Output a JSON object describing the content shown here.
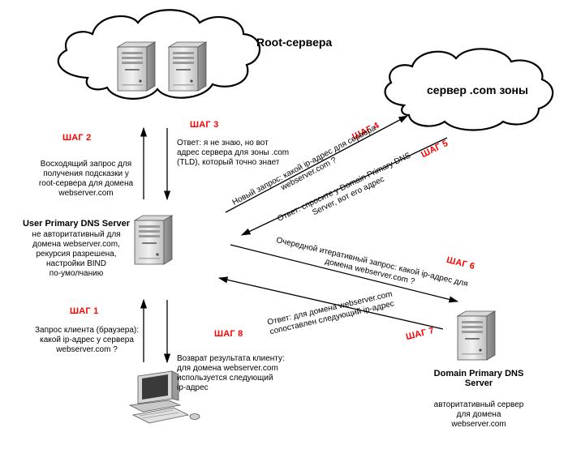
{
  "root_cloud": {
    "label": "Root-сервера"
  },
  "com_cloud": {
    "label": "сервер .com зоны"
  },
  "steps": {
    "s1": "ШАГ 1",
    "s2": "ШАГ 2",
    "s3": "ШАГ 3",
    "s4": "ШАГ 4",
    "s5": "ШАГ 5",
    "s6": "ШАГ 6",
    "s7": "ШАГ 7",
    "s8": "ШАГ 8"
  },
  "texts": {
    "step1": "Запрос клиента (браузера):\nкакой ip-адрес у сервера\nwebserver.com ?",
    "step2": "Восходящий запрос для\nполучения подсказки у\nroot-сервера для домена\nwebserver.com",
    "step3": "Ответ: я не знаю, но вот\nадрес сервера для зоны .com\n(TLD), который точно знает",
    "step4": "Новый запрос: какой ip-адрес для сервера\nwebserver.com ?",
    "step5": "Ответ: спросите у Domain Primary DNS\nServer, вот его адрес",
    "step6": "Очередной итеративный запрос: какой ip-адрес для\nдомена webserver.com ?",
    "step7": "Ответ: для домена webserver.com\nсопоставлен следующий ip-адрес",
    "step8": "Возврат результата клиенту:\nдля домена webserver.com\nиспользуется следующий\nip-адрес"
  },
  "user_dns": {
    "title": "User Primary DNS Server",
    "desc": "не авторитативный для\nдомена webserver.com,\nрекурсия разрешена,\nнастройки BIND\nпо-умолчанию"
  },
  "domain_dns": {
    "title": "Domain Primary DNS\nServer",
    "desc": "авторитативный сервер\nдля домена\nwebserver.com"
  },
  "icons": [
    "server-icon",
    "client-computer-icon",
    "cloud-icon"
  ],
  "colors": {
    "step_label": "#ff0000",
    "arrow": "#000000",
    "server_body": "#e6e6e6"
  }
}
